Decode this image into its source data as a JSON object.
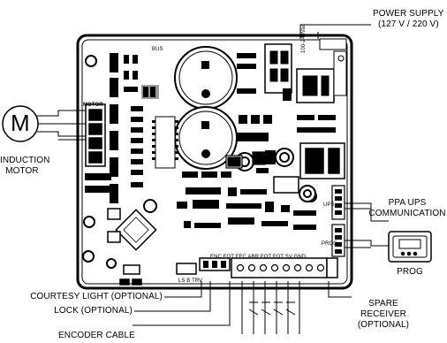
{
  "motor": {
    "symbol": "M",
    "label_line1": "INDUCTION",
    "label_line2": "MOTOR"
  },
  "labels": {
    "power_supply_line1": "POWER SUPPLY",
    "power_supply_line2": "(127 V / 220 V)",
    "ppa_ups_line1": "PPA UPS",
    "ppa_ups_line2": "COMMUNICATION",
    "prog": "PROG",
    "courtesy_light": "COURTESY LIGHT (OPTIONAL)",
    "lock": "LOCK (OPTIONAL)",
    "encoder_cable": "ENCODER CABLE",
    "spare_receiver_line1": "SPARE",
    "spare_receiver_line2": "RECEIVER",
    "spare_receiver_line3": "(OPTIONAL)"
  },
  "board_markings": {
    "voltage": "100-240Vac",
    "motor": "MOTOR",
    "bus": "BUS",
    "ups": "UPS",
    "prog": "PROG",
    "ls_trv": "LS  B  TRV",
    "bottom_terminals": "ENC FOT FEC ABR FOT FOT SV GND"
  },
  "colors": {
    "ink": "#000000",
    "board": "#ffffff",
    "component": "#111111",
    "mid_gray": "#9a9a9a"
  }
}
